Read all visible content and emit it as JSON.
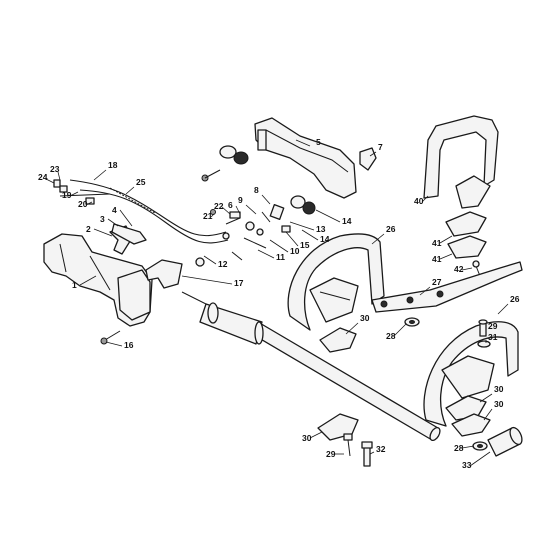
{
  "diagram": {
    "callouts": [
      {
        "id": "c1",
        "label": "1"
      },
      {
        "id": "c2",
        "label": "2"
      },
      {
        "id": "c3",
        "label": "3"
      },
      {
        "id": "c4",
        "label": "4"
      },
      {
        "id": "c5",
        "label": "5"
      },
      {
        "id": "c6",
        "label": "6"
      },
      {
        "id": "c7",
        "label": "7"
      },
      {
        "id": "c8",
        "label": "8"
      },
      {
        "id": "c9",
        "label": "9"
      },
      {
        "id": "c10",
        "label": "10"
      },
      {
        "id": "c11",
        "label": "11"
      },
      {
        "id": "c12",
        "label": "12"
      },
      {
        "id": "c13",
        "label": "13"
      },
      {
        "id": "c14a",
        "label": "14"
      },
      {
        "id": "c14b",
        "label": "14"
      },
      {
        "id": "c15",
        "label": "15"
      },
      {
        "id": "c16",
        "label": "16"
      },
      {
        "id": "c17",
        "label": "17"
      },
      {
        "id": "c18",
        "label": "18"
      },
      {
        "id": "c19",
        "label": "19"
      },
      {
        "id": "c20",
        "label": "20"
      },
      {
        "id": "c21",
        "label": "21"
      },
      {
        "id": "c22",
        "label": "22"
      },
      {
        "id": "c23",
        "label": "23"
      },
      {
        "id": "c24",
        "label": "24"
      },
      {
        "id": "c25",
        "label": "25"
      },
      {
        "id": "c26a",
        "label": "26"
      },
      {
        "id": "c26b",
        "label": "26"
      },
      {
        "id": "c27",
        "label": "27"
      },
      {
        "id": "c28a",
        "label": "28"
      },
      {
        "id": "c28b",
        "label": "28"
      },
      {
        "id": "c29a",
        "label": "29"
      },
      {
        "id": "c29b",
        "label": "29"
      },
      {
        "id": "c30a",
        "label": "30"
      },
      {
        "id": "c30b",
        "label": "30"
      },
      {
        "id": "c30c",
        "label": "30"
      },
      {
        "id": "c30d",
        "label": "30"
      },
      {
        "id": "c31",
        "label": "31"
      },
      {
        "id": "c32",
        "label": "32"
      },
      {
        "id": "c33",
        "label": "33"
      },
      {
        "id": "c40",
        "label": "40"
      },
      {
        "id": "c41a",
        "label": "41"
      },
      {
        "id": "c41b",
        "label": "41"
      },
      {
        "id": "c42",
        "label": "42"
      }
    ]
  }
}
